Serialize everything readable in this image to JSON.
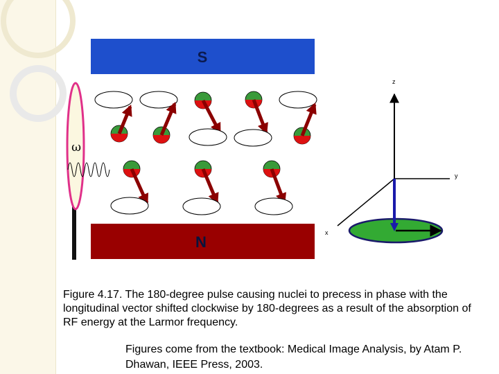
{
  "slide": {
    "magnet_south_label": "S",
    "magnet_north_label": "N",
    "omega_label": "ω",
    "axes": {
      "z_label": "z",
      "y_label": "y",
      "x_label": "x"
    },
    "caption": "Figure 4.17. The 180-degree pulse causing nuclei to precess in phase with the longitudinal vector shifted clockwise by 180-degrees as a result of the absorption of RF energy at the Larmor frequency.",
    "credit": "Figures come from the textbook: Medical Image Analysis, by Atam P. Dhawan, IEEE Press, 2003."
  },
  "colors": {
    "south_pole": "#1e4fcc",
    "north_pole": "#990000",
    "spin_arrow": "#8b0000",
    "nucleus_green": "#3a9a3a",
    "nucleus_red": "#dd1111",
    "coil_outline": "#e0308a",
    "net_vector": "#1a1aaa",
    "precession_disk": "#33aa33"
  },
  "spins_row1_count": 5,
  "spins_row2_count": 3
}
